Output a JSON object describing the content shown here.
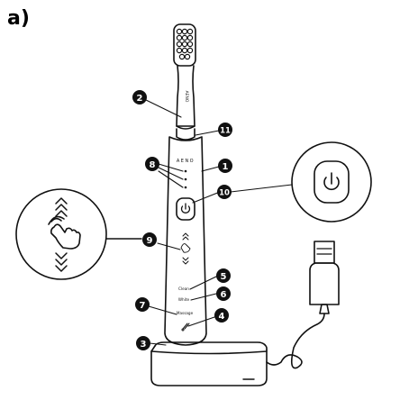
{
  "figure": {
    "panel_label": "a)",
    "brand": "AENO",
    "mode_labels": {
      "clean": "Clean",
      "white": "White",
      "massage": "Massage"
    },
    "callouts": [
      {
        "id": "1",
        "label": "1"
      },
      {
        "id": "2",
        "label": "2"
      },
      {
        "id": "3",
        "label": "3"
      },
      {
        "id": "4",
        "label": "4"
      },
      {
        "id": "5",
        "label": "5"
      },
      {
        "id": "6",
        "label": "6"
      },
      {
        "id": "7",
        "label": "7"
      },
      {
        "id": "8",
        "label": "8"
      },
      {
        "id": "9",
        "label": "9"
      },
      {
        "id": "10",
        "label": "10"
      },
      {
        "id": "11",
        "label": "11"
      }
    ]
  },
  "colors": {
    "line": "#111111",
    "badge": "#111111",
    "background": "#ffffff"
  }
}
